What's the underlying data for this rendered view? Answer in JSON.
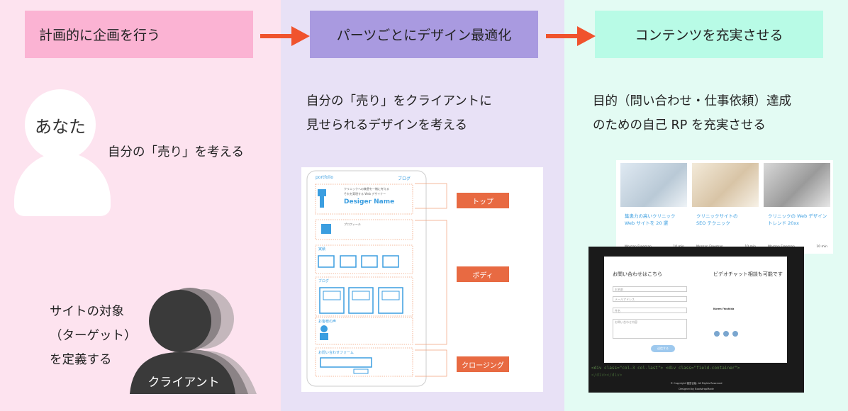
{
  "steps": [
    {
      "label": "計画的に企画を行う"
    },
    {
      "label": "パーツごとにデザイン最適化"
    },
    {
      "label": "コンテンツを充実させる"
    }
  ],
  "col1": {
    "you": "あなた",
    "you_desc": "自分の「売り」を考える",
    "client_desc": [
      "サイトの対象",
      "（ターゲット）",
      "を定義する"
    ],
    "client_label": "クライアント"
  },
  "col2": {
    "desc": [
      "自分の「売り」をクライアントに",
      "見せられるデザインを考える"
    ],
    "wireframe": {
      "logo": "portfolio",
      "nav": "ブログ",
      "intro": [
        "クリニックへの集患を一緒に考える",
        "それを実現する Web デザイナー"
      ],
      "name": "Desiger Name",
      "profile": "プロフィール",
      "works": "実績",
      "blog": "ブログ",
      "voice": "お客様の声",
      "contact": "お問い合わせフォーム"
    },
    "tags": [
      "トップ",
      "ボディ",
      "クロージング"
    ]
  },
  "col3": {
    "desc": [
      "目的（問い合わせ・仕事依頼）達成",
      "のための自己 RP を充実させる"
    ],
    "cards": [
      {
        "title": [
          "集患力の高いクリニック",
          "Web サイトを 20 選"
        ],
        "author": "Morgan Freeman",
        "time": "10 min"
      },
      {
        "title": [
          "クリニックサイトの",
          "SEO テクニック"
        ],
        "author": "Morgan Freeman",
        "time": "10 min"
      },
      {
        "title": [
          "クリニックの Web デザイン",
          "トレンド 20xx"
        ],
        "author": "Morgan Freeman",
        "time": "10 min"
      }
    ],
    "form": {
      "title_left": "お問い合わせはこちら",
      "title_right": "ビデオチャット相談も可能です",
      "field1": "お名前",
      "field2": "メールアドレス",
      "field3": "件名",
      "field4": "お問い合わせ内容",
      "submit": "送信する",
      "person": "Koreni Yoshida",
      "copyright": "© Copyright 福島吉絵. All Rights Reserved",
      "designed": "Designed by BootstrapMade"
    }
  },
  "colors": {
    "arrow": "#f0532d",
    "accent_blue": "#3b9ee0",
    "tag": "#e86a42"
  }
}
